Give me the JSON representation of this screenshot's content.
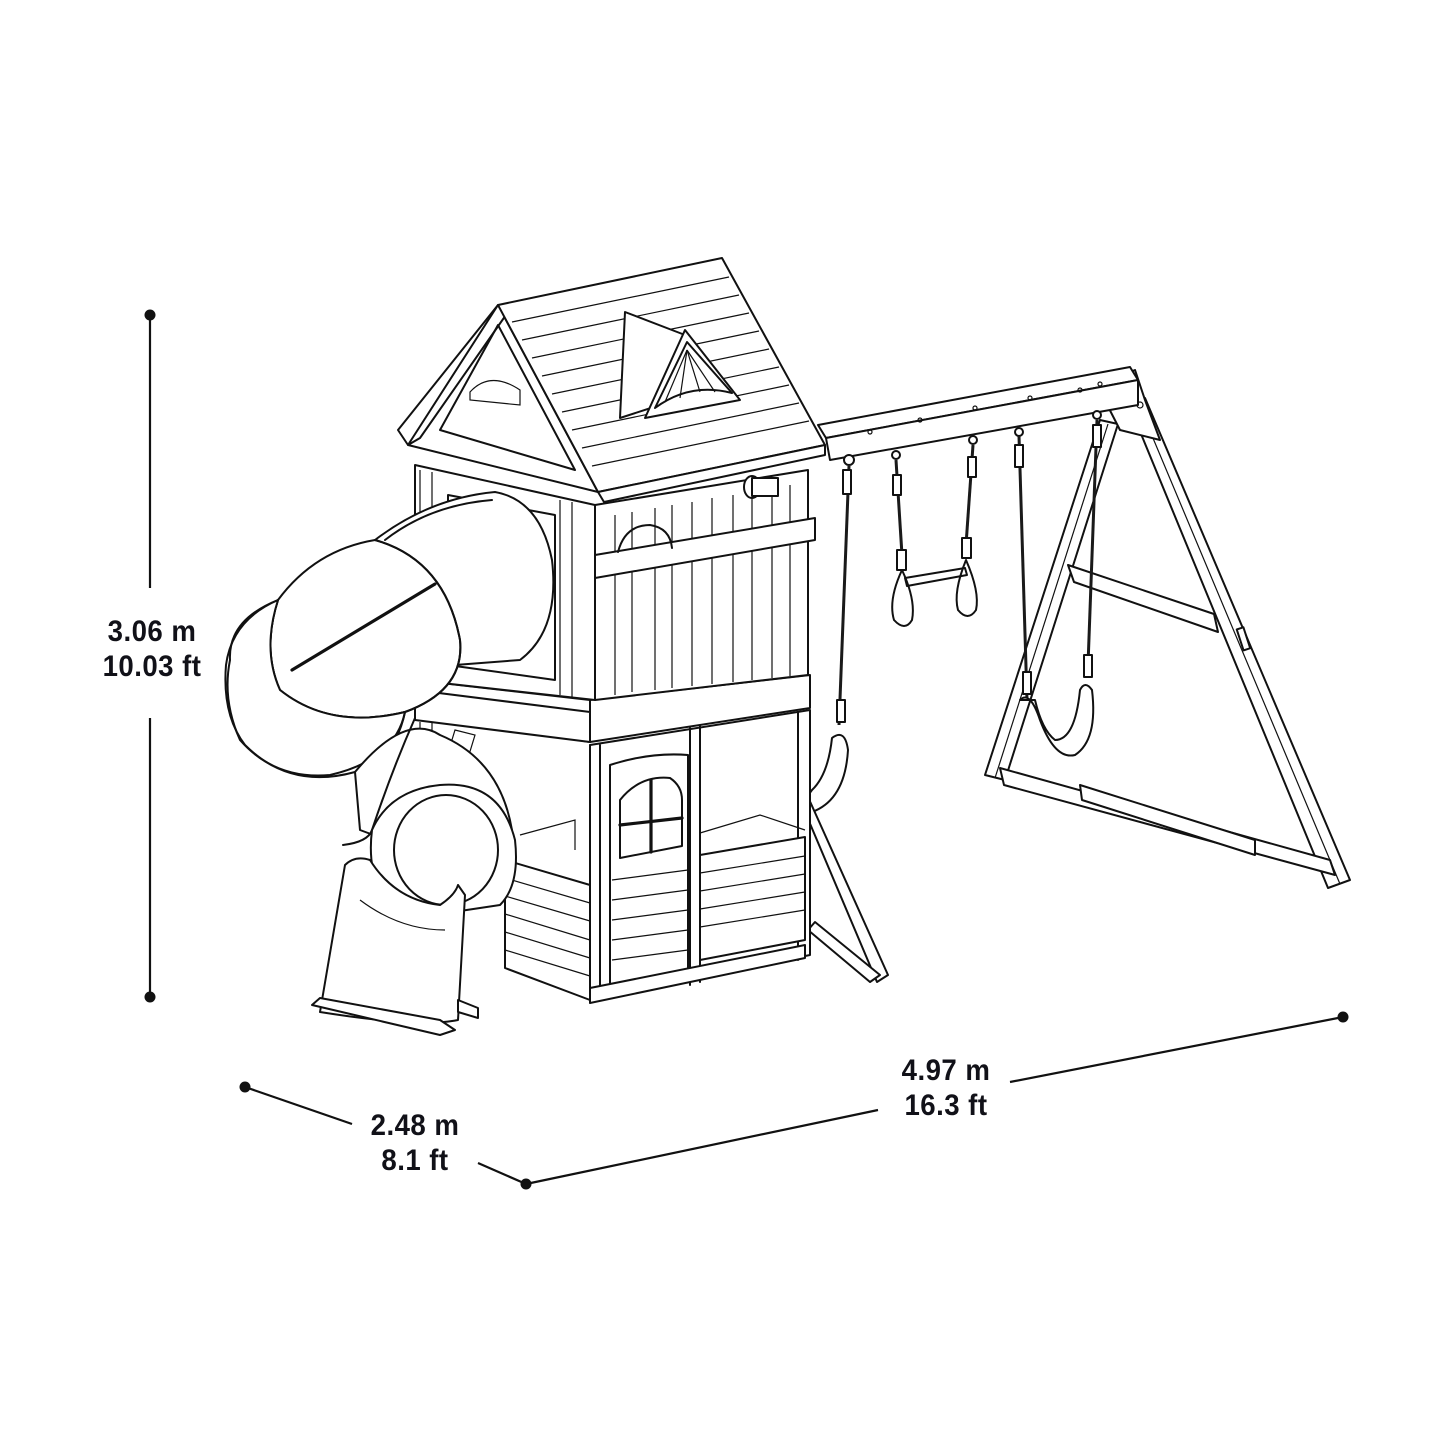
{
  "diagram": {
    "subject": "Wooden playset with tower, roof, tube slide, monkey bars, trapeze and two belt swings",
    "colors": {
      "line": "#111111",
      "background": "#ffffff",
      "text": "#111118"
    }
  },
  "dimensions": {
    "height": {
      "metric": "3.06 m",
      "imperial": "10.03 ft"
    },
    "depth": {
      "metric": "2.48 m",
      "imperial": "8.1 ft"
    },
    "width": {
      "metric": "4.97 m",
      "imperial": "16.3 ft"
    }
  }
}
